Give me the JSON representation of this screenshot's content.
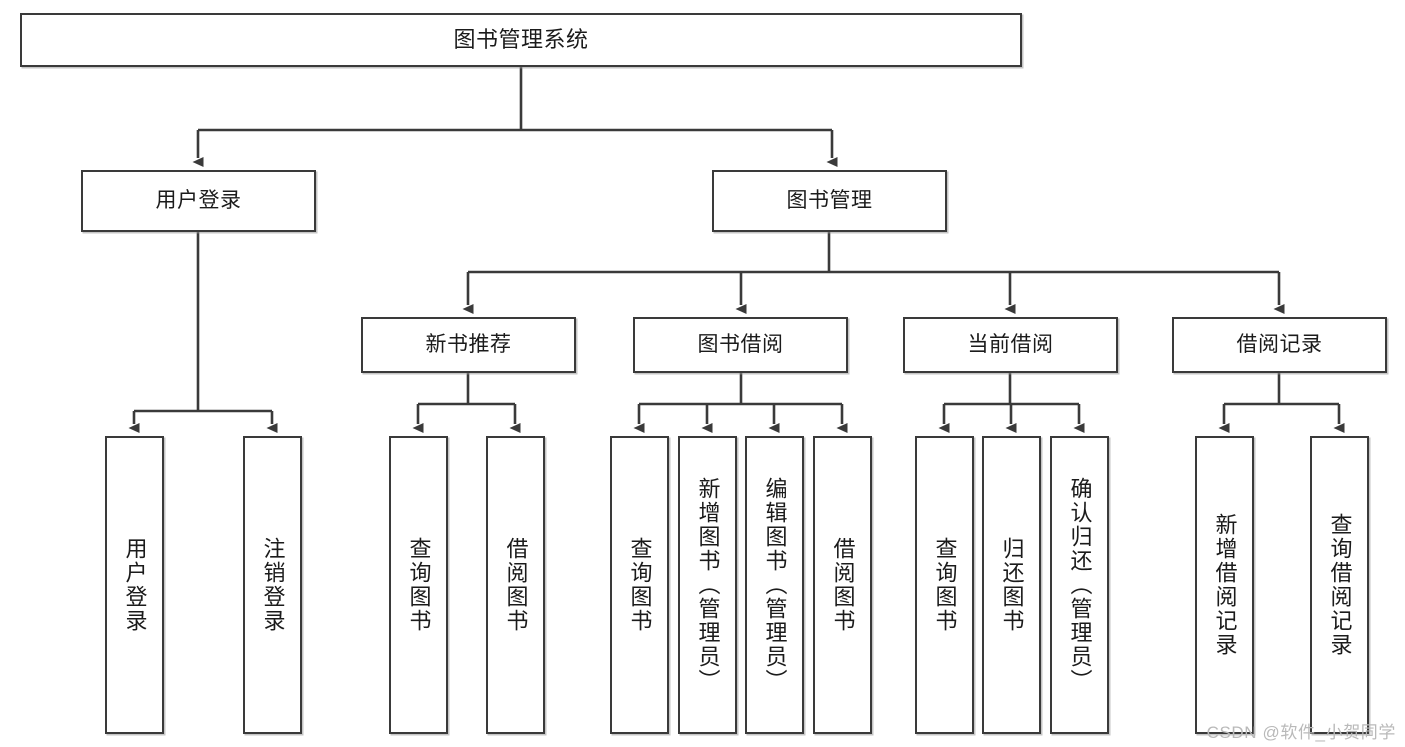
{
  "diagram": {
    "title": "图书管理系统",
    "type": "tree",
    "watermark": "CSDN @软件_小贺同学",
    "colors": {
      "stroke": "#3a3a3a",
      "fill": "#ffffff",
      "text": "#1b1b1b",
      "watermark": "#b9b9b9"
    },
    "root": {
      "label": "图书管理系统"
    },
    "level2": [
      {
        "id": "user-login",
        "label": "用户登录"
      },
      {
        "id": "book-manage",
        "label": "图书管理"
      }
    ],
    "level3": [
      {
        "id": "new-book-rec",
        "label": "新书推荐"
      },
      {
        "id": "book-borrow",
        "label": "图书借阅"
      },
      {
        "id": "current-borrow",
        "label": "当前借阅"
      },
      {
        "id": "borrow-record",
        "label": "借阅记录"
      }
    ],
    "leaves": [
      {
        "id": "leaf-user-login",
        "parent": "user-login",
        "label": "用户登录"
      },
      {
        "id": "leaf-logout",
        "parent": "user-login",
        "label": "注销登录"
      },
      {
        "id": "leaf-query-book-1",
        "parent": "new-book-rec",
        "label": "查询图书"
      },
      {
        "id": "leaf-borrow-book-1",
        "parent": "new-book-rec",
        "label": "借阅图书"
      },
      {
        "id": "leaf-query-book-2",
        "parent": "book-borrow",
        "label": "查询图书"
      },
      {
        "id": "leaf-add-book",
        "parent": "book-borrow",
        "label": "新增图书（管理员）"
      },
      {
        "id": "leaf-edit-book",
        "parent": "book-borrow",
        "label": "编辑图书（管理员）"
      },
      {
        "id": "leaf-borrow-book-2",
        "parent": "book-borrow",
        "label": "借阅图书"
      },
      {
        "id": "leaf-query-book-3",
        "parent": "current-borrow",
        "label": "查询图书"
      },
      {
        "id": "leaf-return-book",
        "parent": "current-borrow",
        "label": "归还图书"
      },
      {
        "id": "leaf-confirm-return",
        "parent": "current-borrow",
        "label": "确认归还（管理员）"
      },
      {
        "id": "leaf-add-record",
        "parent": "borrow-record",
        "label": "新增借阅记录"
      },
      {
        "id": "leaf-query-record",
        "parent": "borrow-record",
        "label": "查询借阅记录"
      }
    ]
  }
}
